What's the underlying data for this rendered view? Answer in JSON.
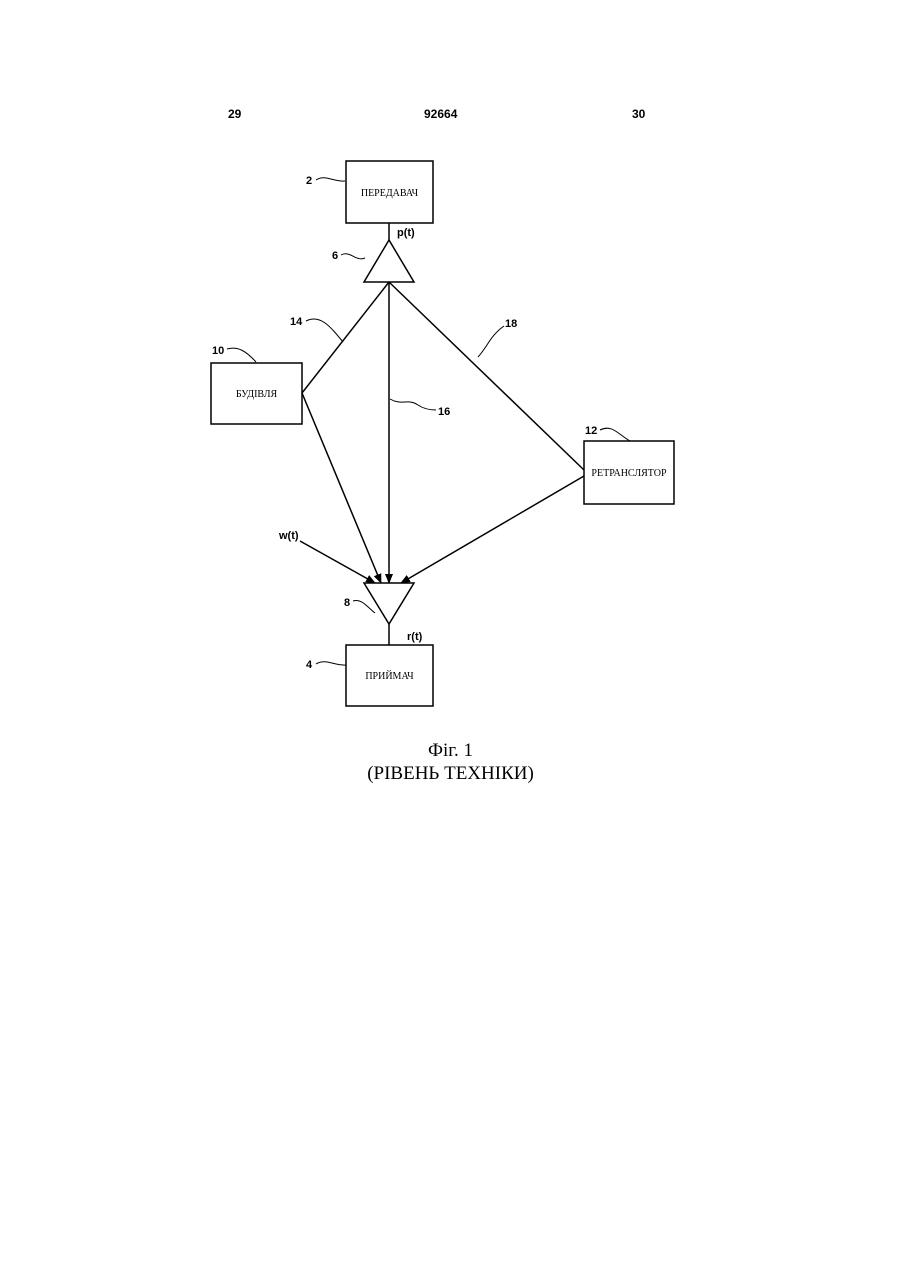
{
  "header": {
    "left_page": "29",
    "doc_number": "92664",
    "right_page": "30"
  },
  "diagram": {
    "blocks": {
      "transmitter": {
        "label": "ПЕРЕДАВАЧ",
        "ref": "2"
      },
      "building": {
        "label": "БУДІВЛЯ",
        "ref": "10"
      },
      "repeater": {
        "label": "РЕТРАНСЛЯТОР",
        "ref": "12"
      },
      "receiver": {
        "label": "ПРИЙМАЧ",
        "ref": "4"
      }
    },
    "antennas": {
      "tx": {
        "ref": "6"
      },
      "rx": {
        "ref": "8"
      }
    },
    "paths": {
      "via_building": {
        "ref": "14"
      },
      "direct": {
        "ref": "16"
      },
      "via_repeater": {
        "ref": "18"
      }
    },
    "signals": {
      "transmitted": "p(t)",
      "noise": "w(t)",
      "received": "r(t)"
    }
  },
  "caption": {
    "figure": "Фіг. 1",
    "note": "(РІВЕНЬ ТЕХНІКИ)"
  }
}
